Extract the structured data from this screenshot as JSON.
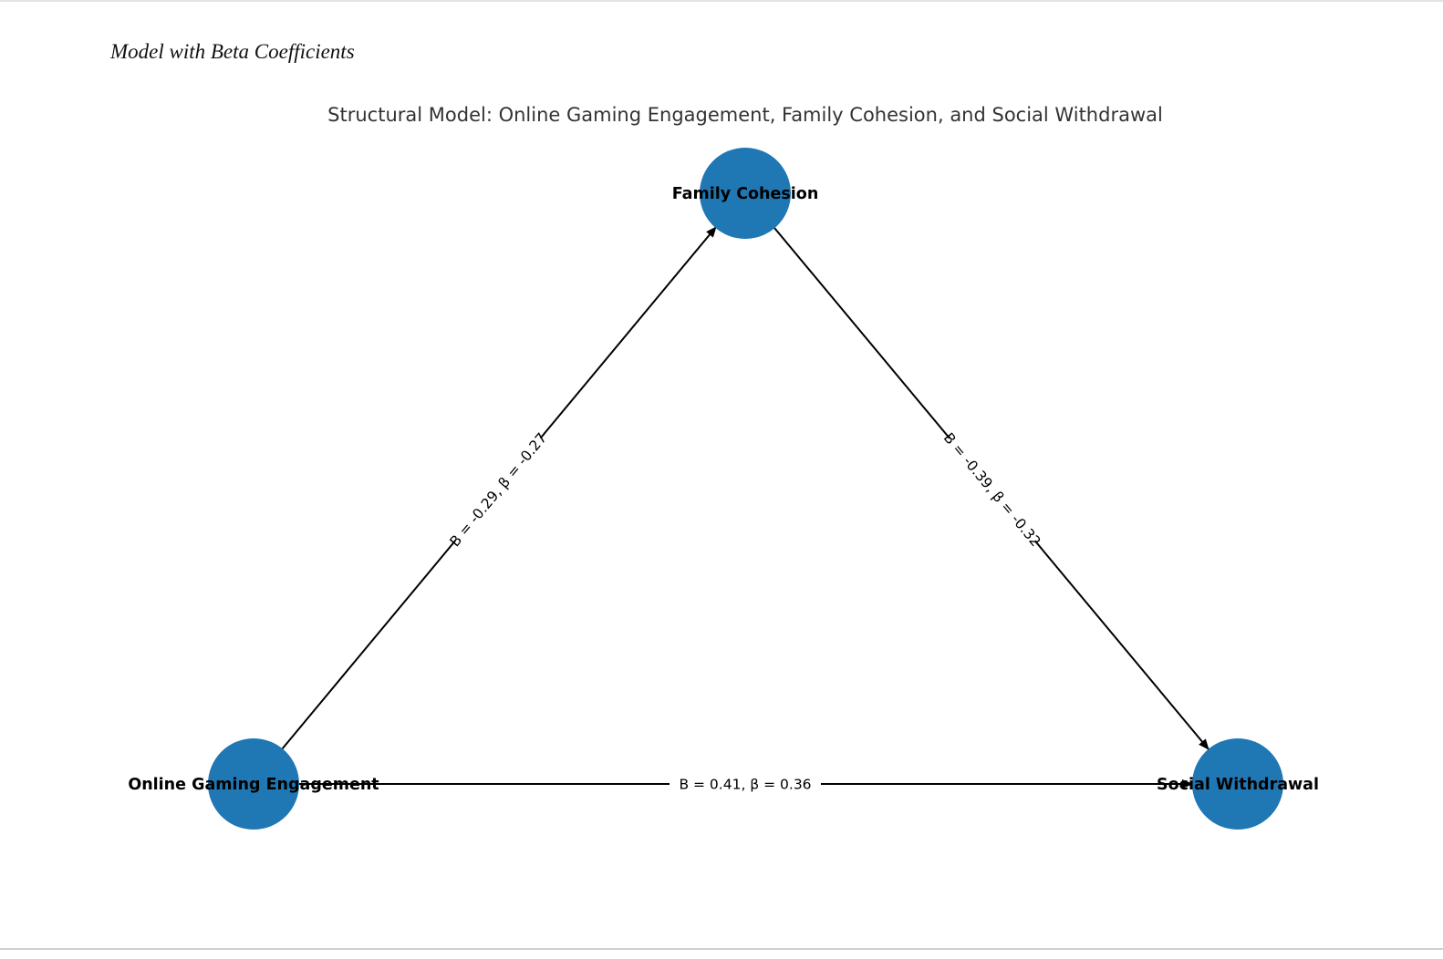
{
  "caption": "Model with Beta Coefficients",
  "diagram": {
    "title": "Structural Model: Online Gaming Engagement, Family Cohesion, and Social Withdrawal",
    "node_color": "#1f77b4",
    "nodes": [
      {
        "id": "gaming",
        "label": "Online Gaming Engagement"
      },
      {
        "id": "family",
        "label": "Family Cohesion"
      },
      {
        "id": "withdrawal",
        "label": "Social Withdrawal"
      }
    ],
    "edges": [
      {
        "from": "gaming",
        "to": "family",
        "label": "B = -0.29, β = -0.27"
      },
      {
        "from": "family",
        "to": "withdrawal",
        "label": "B = -0.39, β = -0.32"
      },
      {
        "from": "gaming",
        "to": "withdrawal",
        "label": "B = 0.41, β = 0.36"
      }
    ]
  }
}
